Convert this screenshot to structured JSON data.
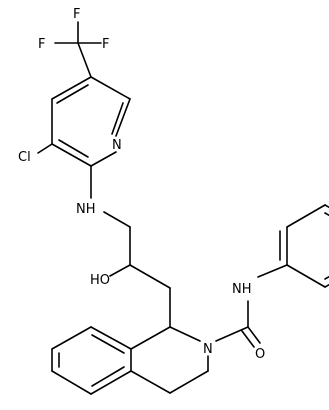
{
  "diagram": {
    "type": "chemical-structure",
    "atoms": {
      "f1": "F",
      "f2": "F",
      "f3": "F",
      "cl": "Cl",
      "n_pyridine": "N",
      "nh_amine": "NH",
      "ho": "HO",
      "nh_amide": "NH",
      "o_carbonyl": "O",
      "n_ring": "N"
    }
  }
}
